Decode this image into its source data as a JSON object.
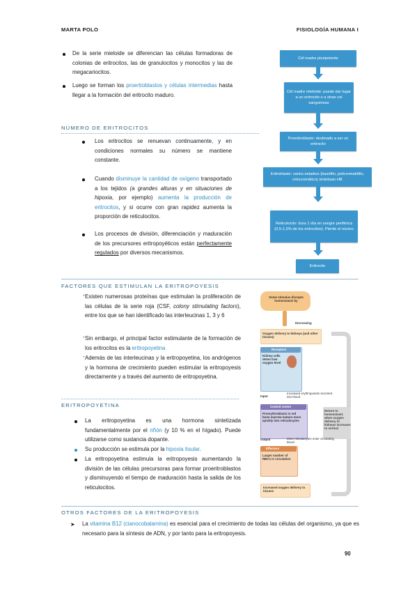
{
  "header": {
    "left": "MARTA POLO",
    "right": "FISIOLOGÍA HUMANA I"
  },
  "intro": {
    "b1": "De la serie mieloide se diferencian las células formadoras de colonias de eritrocitos, las de granulocitos y monocitos y las de megacariocitos.",
    "b2_pre": "Luego se forman los ",
    "b2_hl": "proertioblastos y células intermedias",
    "b2_post": " hasta llegar a la formación del eritrocito maduro."
  },
  "flow": [
    "Cél madre pluripotente",
    "Cél madre mieloide: puede dar lugar a un eritrocito o a otras cel sanguíneas",
    "Proeritroblasto: destinado a ser un eritrocito",
    "Eritroblasto: varios estadios (basófilo, policromatófilo, ortocromático) sintetizan HB",
    "Reticulocito: dura 1 día en sangre periférica (0,5-1,5% de los eritrocitos). Pierde el núcleo",
    "Eritrocito"
  ],
  "sec1": {
    "title": "NÚMERO DE ERITROCITOS",
    "b1": "Los eritrocitos se renuevan continuamente, y en condiciones normales su número se mantiene constante.",
    "b2_a": "Cuando ",
    "b2_hl1": "disminuye la cantidad de oxígeno",
    "b2_b": " transportado a los tejidos ",
    "b2_it": "(a grandes alturas y en situaciones de hipoxia",
    "b2_c": ", por ejemplo) ",
    "b2_hl2": "aumenta la producción de eritrocitos",
    "b2_d": ", y si ocurre con gran rapidez aumenta la proporción de reticulocitos.",
    "b3_a": "Los procesos de división, diferenciación y maduración de los precursores eritropoyéticos están ",
    "b3_u": "perfectamente regulados",
    "b3_b": " por diversos mecanismos."
  },
  "sec2": {
    "title": "FACTORES QUE ESTIMULAN LA ERITROPOYESIS",
    "d1_a": "Existen numerosas proteínas que estimulan la proliferación de las células de la serie roja (CSF, ",
    "d1_it": "colony stimulating factors",
    "d1_b": "), entre los que se han identificado las interleucinas 1, 3 y 6",
    "d2_a": "Sin embargo, el principal factor estimulante de la formación de los eritrocitos es la ",
    "d2_hl": "eritropoyetina",
    "d3": "Además de las interleucinas y la eritropoyetina, los andrógenos y la hormona de crecimiento pueden estimular la eritropoyesis directamente y a través del aumento de eritropoyetina."
  },
  "diagram": {
    "stimulus": "Some stimulus disrupts homeostasis by",
    "decreasing": "Decreasing",
    "delivery": "Oxygen delivery to kidneys (and other tissues)",
    "receptors": "Receptors",
    "kidney": "Kidney cells detect low oxygen level",
    "input": "Input",
    "secreted": "Increased erythropoietin secreted into blood",
    "control": "Control centre",
    "proery": "Proerythroblasts in red bone marrow mature more quickly into reticulocytes",
    "output": "Output",
    "more": "More reticulocytes enter circulating blood",
    "effectors": "Effectors",
    "larger": "Larger number of RBCs in circulation",
    "increased": "Increased oxygen delivery to tissues",
    "return": "Return to homeostasis when oxygen delivery to kidneys increases to normal"
  },
  "sec3": {
    "title": "ERITROPOYETINA",
    "b1": "La eritropoyetina es una hormona sintetizada fundamentalmente por el ",
    "b1_hl": "riñón",
    "b1_b": " (y 10 % en el hígado). Puede utilizarse como sustancia dopante.",
    "b2_a": "Su producción se estimula por la ",
    "b2_hl": "hipoxia tisular",
    "b2_b": ".",
    "b3": "La eritropoyetina estimula la eritropoyesis aumentando la división de las células precursoras para formar proeritroblastos y disminuyendo el tiempo de maduración hasta la salida de los reticulocitos."
  },
  "sec4": {
    "title": "OTROS FACTORES DE LA ERITROPOYESIS",
    "a": "La ",
    "hl": "vitamina B12 (cianocobalamina)",
    "b": " es esencial para el crecimiento de todas las células del organismo, ya que es necesario para la síntesis de ADN, y por tanto para la eritropoyesis."
  },
  "page_number": "90",
  "colors": {
    "accent": "#2e8fc4",
    "box": "#3a96cc",
    "rule": "#9bbcd0"
  }
}
